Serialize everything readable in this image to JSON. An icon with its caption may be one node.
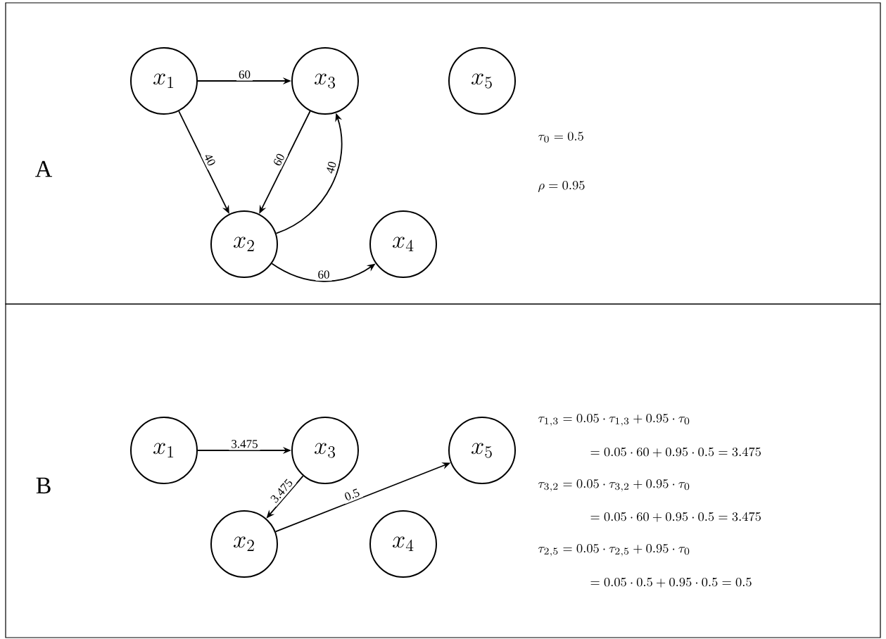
{
  "diagram": {
    "nodes": [
      {
        "text": [
          "A"
        ]
      },
      {
        "text": [
          "x_1"
        ],
        "in": 0
      },
      {
        "text": [
          "x_3"
        ],
        "in": 0
      },
      {
        "text": [
          "x_5"
        ],
        "in": 0
      },
      {
        "text": [
          "x_2"
        ],
        "in": 0
      },
      {
        "text": [
          "x_4"
        ],
        "in": 0
      },
      {
        "text": [
          "B"
        ]
      },
      {
        "text": [
          "x_1"
        ],
        "in": 6
      },
      {
        "text": [
          "x_3"
        ],
        "in": 6
      },
      {
        "text": [
          "x_5"
        ],
        "in": 6
      },
      {
        "text": [
          "x_2"
        ],
        "in": 6
      },
      {
        "text": [
          "x_4"
        ],
        "in": 6
      }
    ],
    "edges": [
      {
        "from": 1,
        "to": 2,
        "arrow": "to",
        "label": "60"
      },
      {
        "from": 1,
        "to": 4,
        "arrow": "to",
        "label": "40"
      },
      {
        "from": 2,
        "to": 4,
        "arrow": "to",
        "label": "60"
      },
      {
        "from": 4,
        "to": 2,
        "arrow": "to",
        "label": "40"
      },
      {
        "from": 4,
        "to": 5,
        "arrow": "to",
        "label": "60"
      },
      {
        "from": 7,
        "to": 8,
        "arrow": "to",
        "label": "3.475"
      },
      {
        "from": 8,
        "to": 10,
        "arrow": "to",
        "label": "3.475"
      },
      {
        "from": 10,
        "to": 9,
        "arrow": "to",
        "label": "0.5"
      }
    ],
    "labels": [
      "\\tau_0 = 0.5",
      "\\rho = 0.95",
      "\\tau_{1,3} = 0.05 \\cdot \\tau_{1,3} + 0.95 \\cdot \\tau_0",
      "= 0.05 \\cdot 60 + 0.95 \\cdot 0.5 = 3.475",
      "\\tau_{3,2} = 0.05 \\cdot \\tau_{3,2} + 0.95 \\cdot \\tau_0",
      "= 0.05 \\cdot 60 + 0.95 \\cdot 0.5 = 3.475",
      "\\tau_{2,5} = 0.05 \\cdot \\tau_{2,5} + 0.95 \\cdot \\tau_0",
      "= 0.05 \\cdot 0.5 + 0.95 \\cdot 0.5 = 0.5"
    ]
  }
}
